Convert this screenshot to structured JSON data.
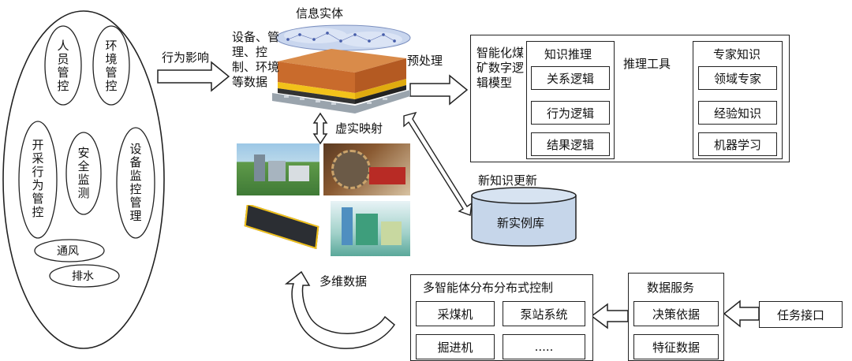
{
  "left_group": {
    "person": "人员管控",
    "environment": "环境管控",
    "mining": "开采行为管控",
    "safety": "安全监测",
    "equipment": "设备监控管理",
    "ventilation": "通风",
    "drainage": "排水"
  },
  "arrow_behavior": "行为影响",
  "info_entity": "信息实体",
  "data_label": "设备、管理、控制、环境等数据",
  "virtual_mapping": "虚实映射",
  "multi_dim_data": "多维数据",
  "preprocess": "预处理",
  "model": {
    "title": "智能化煤矿数字逻辑模型",
    "knowledge_reasoning": {
      "title": "知识推理",
      "items": [
        "关系逻辑",
        "行为逻辑",
        "结果逻辑"
      ]
    },
    "reasoning_tool": "推理工具",
    "expert_knowledge": {
      "title": "专家知识",
      "items": [
        "领域专家",
        "经验知识",
        "机器学习"
      ]
    }
  },
  "new_knowledge_update": "新知识更新",
  "instance_db": "新实例库",
  "multi_agent": {
    "title": "多智能体分布分布式控制",
    "items": [
      "采煤机",
      "泵站系统",
      "掘进机",
      "....."
    ]
  },
  "data_service": {
    "title": "数据服务",
    "items": [
      "决策依据",
      "特征数据"
    ]
  },
  "task_interface": "任务接口",
  "colors": {
    "line": "#222222",
    "db_fill": "#c6d6ea",
    "cloud": "#c9d6ee",
    "soil": "#c96b2c",
    "gold": "#f2c21a"
  }
}
